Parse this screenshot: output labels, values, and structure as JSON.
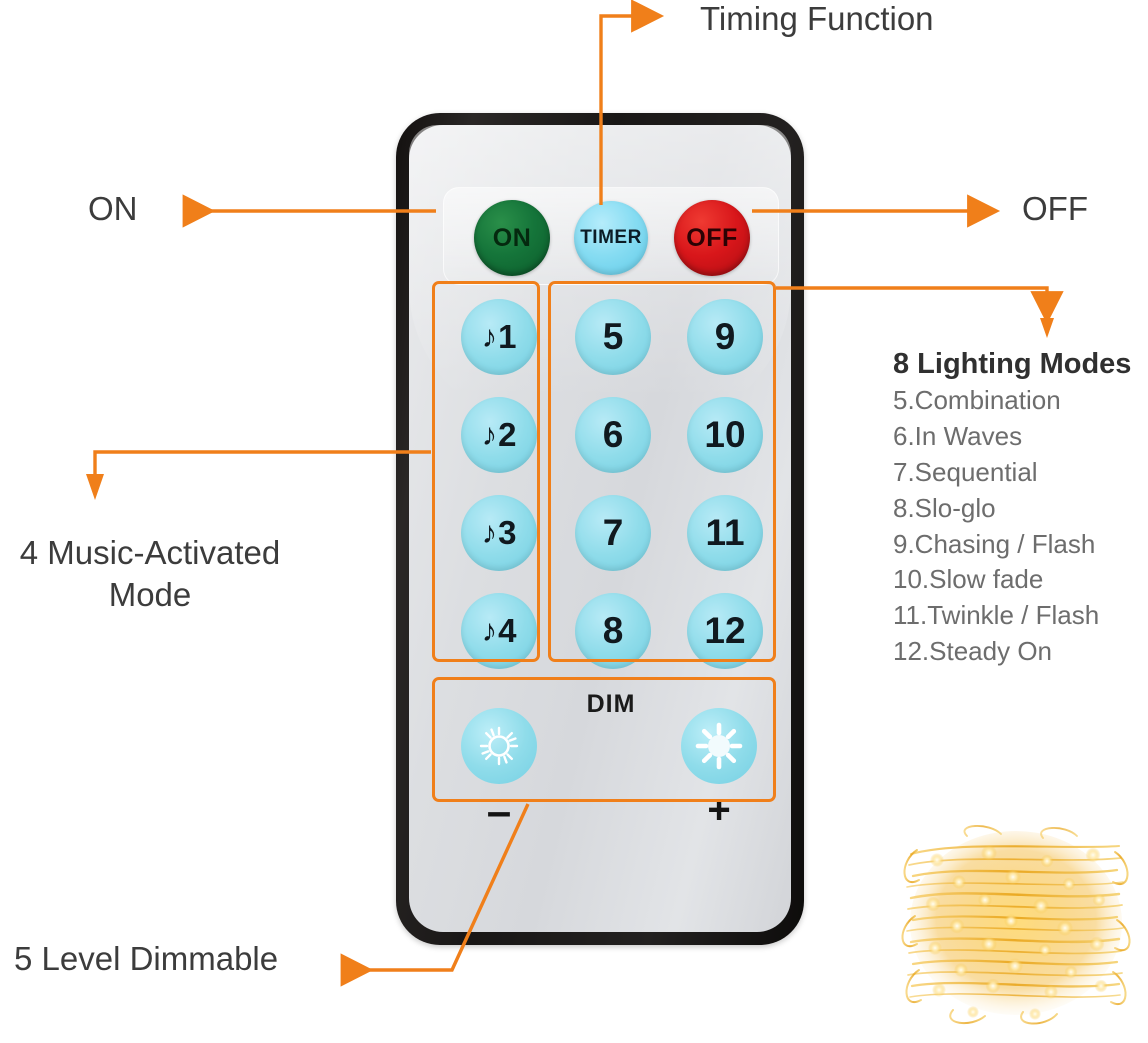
{
  "remote": {
    "top_buttons": [
      {
        "name": "on",
        "label": "ON",
        "color": "#15753a"
      },
      {
        "name": "timer",
        "label": "TIMER",
        "color": "#86dcf2"
      },
      {
        "name": "off",
        "label": "OFF",
        "color": "#d8161a"
      }
    ],
    "music_keys": [
      {
        "note": "♪",
        "number": "1"
      },
      {
        "note": "♪",
        "number": "2"
      },
      {
        "note": "♪",
        "number": "3"
      },
      {
        "note": "♪",
        "number": "4"
      }
    ],
    "number_keys": [
      [
        "5",
        "9"
      ],
      [
        "6",
        "10"
      ],
      [
        "7",
        "11"
      ],
      [
        "8",
        "12"
      ]
    ],
    "dim": {
      "label": "DIM",
      "minus_sign": "–",
      "plus_sign": "+"
    }
  },
  "callouts": {
    "timing": "Timing Function",
    "on": "ON",
    "off": "OFF",
    "music": "4 Music-Activated Mode",
    "dimmable": "5 Level Dimmable"
  },
  "modes": {
    "title": "8 Lighting Modes",
    "items": [
      "5.Combination",
      "6.In Waves",
      "7.Sequential",
      "8.Slo-glo",
      "9.Chasing / Flash",
      "10.Slow fade",
      "11.Twinkle / Flash",
      "12.Steady On"
    ]
  },
  "colors": {
    "accent": "#F07F1A",
    "button_blue": "#8fdcea",
    "green": "#15753a",
    "red": "#d8161a",
    "text": "#3c3c3c",
    "muted_text": "#6d6d6d",
    "wire_gold": "#e8a317"
  }
}
